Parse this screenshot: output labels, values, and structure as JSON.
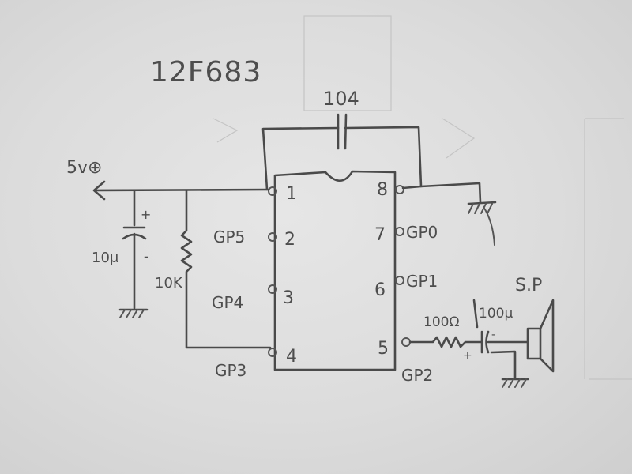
{
  "title": "12F683",
  "capacitor_top": "104",
  "supply": "5v⊕",
  "cap_plus": "+",
  "cap_minus": "-",
  "cap_value": "10μ",
  "resistor_value": "10K",
  "pins": {
    "p1": "1",
    "p2": "2",
    "p3": "3",
    "p4": "4",
    "p5": "5",
    "p6": "6",
    "p7": "7",
    "p8": "8"
  },
  "gp_labels": {
    "gp5": "GP5",
    "gp4": "GP4",
    "gp3": "GP3",
    "gp0": "GP0",
    "gp1": "GP1",
    "gp2": "GP2"
  },
  "series_resistor": "100Ω",
  "series_cap": "100μ",
  "out_plus": "+",
  "out_minus": "-",
  "speaker": "S.P"
}
